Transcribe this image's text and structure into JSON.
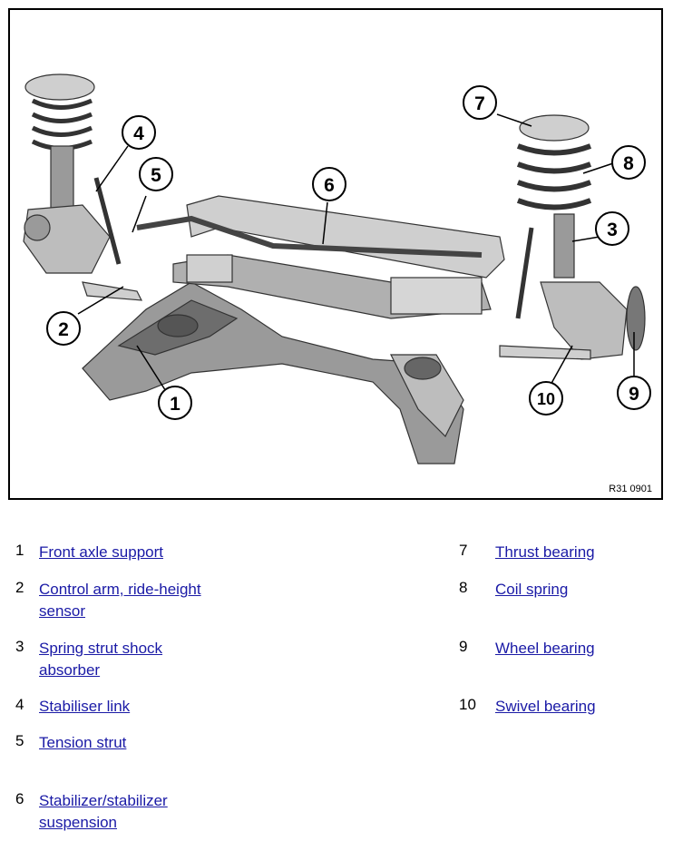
{
  "figure": {
    "reference": "R31 0901",
    "callouts": [
      "1",
      "2",
      "3",
      "4",
      "5",
      "6",
      "7",
      "8",
      "9",
      "10"
    ]
  },
  "legend": {
    "left": [
      {
        "num": "1",
        "label": "Front axle support"
      },
      {
        "num": "2",
        "label": "Control arm, ride-height sensor"
      },
      {
        "num": "3",
        "label": "Spring strut shock absorber"
      },
      {
        "num": "4",
        "label": "Stabiliser link"
      },
      {
        "num": "5",
        "label": "Tension strut"
      },
      {
        "num": "6",
        "label": "Stabilizer/stabilizer suspension"
      }
    ],
    "right": [
      {
        "num": "7",
        "label": "Thrust bearing"
      },
      {
        "num": "8",
        "label": "Coil spring"
      },
      {
        "num": "9",
        "label": "Wheel bearing"
      },
      {
        "num": "10",
        "label": "Swivel bearing"
      }
    ]
  },
  "colors": {
    "link": "#1a1aa6",
    "part_fill": "#c9c9c9",
    "dark_part": "#7a7a7a"
  }
}
